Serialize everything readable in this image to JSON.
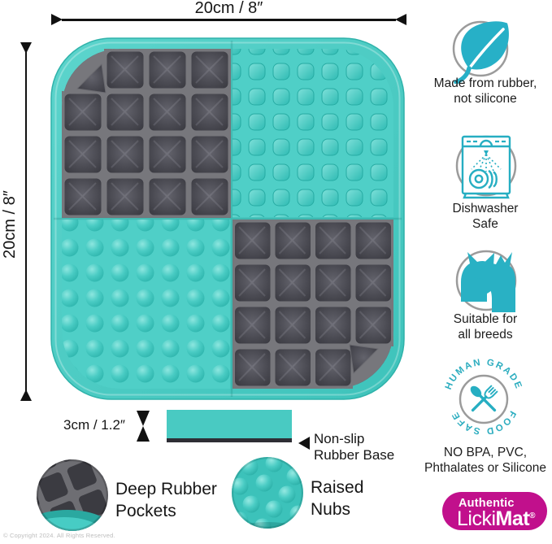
{
  "dimensions": {
    "width": "20cm / 8″",
    "height": "20cm / 8″",
    "thickness": "3cm / 1.2″"
  },
  "callouts": {
    "base": {
      "lines": [
        "Non-slip",
        "Rubber Base"
      ]
    },
    "pockets": {
      "lines": [
        "Deep Rubber",
        "Pockets"
      ]
    },
    "nubs": {
      "lines": [
        "Raised",
        "Nubs"
      ]
    }
  },
  "features": [
    {
      "icon": "leaf-icon",
      "lines": [
        "Made from rubber,",
        "not silicone"
      ]
    },
    {
      "icon": "dishwasher-icon",
      "lines": [
        "Dishwasher",
        "Safe"
      ]
    },
    {
      "icon": "cat-dog-icon",
      "lines": [
        "Suitable for",
        "all breeds"
      ]
    },
    {
      "icon": "food-safe-badge",
      "arc_top": "HUMAN GRADE",
      "arc_bottom": "FOOD SAFE",
      "lines": [
        "NO BPA, PVC,",
        "Phthalates or Silicone"
      ]
    }
  ],
  "logo": {
    "authentic": "Authentic",
    "brand_light": "Licki",
    "brand_bold": "Mat",
    "registered": "®",
    "color": "#C1108C"
  },
  "copyright": "© Copyright 2024. All Rights Reserved.",
  "colors": {
    "mat_teal": "#47C9C1",
    "nub_teal": "#4FCFC7",
    "pocket_gray": "#77777C",
    "icon_teal": "#26AEC2",
    "logo_magenta": "#C1108C"
  }
}
